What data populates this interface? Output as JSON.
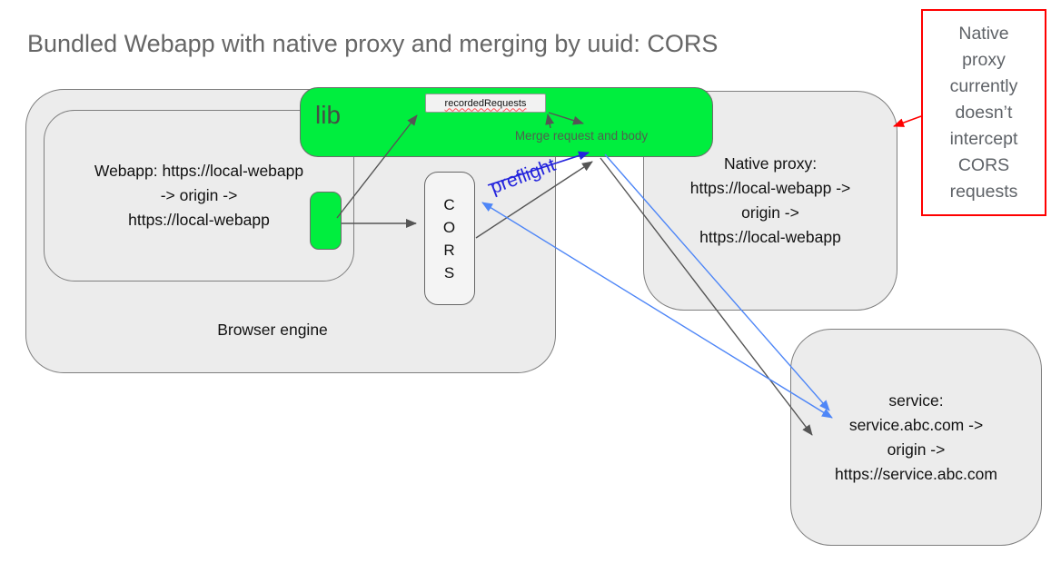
{
  "title": "Bundled Webapp with native proxy and merging by uuid: CORS",
  "browser_engine": {
    "label": "Browser engine"
  },
  "webapp": {
    "lines": [
      "Webapp: https://local-webapp",
      "-> origin ->",
      "https://local-webapp"
    ]
  },
  "lib": {
    "label": "lib",
    "recorded_requests_label": "recordedRequests",
    "merge_label": "Merge request and body"
  },
  "cors": {
    "letters": [
      "C",
      "O",
      "R",
      "S"
    ]
  },
  "native_proxy": {
    "lines": [
      "Native proxy:",
      "https://local-webapp ->",
      "origin ->",
      "https://local-webapp"
    ]
  },
  "service": {
    "lines": [
      "service:",
      "service.abc.com ->",
      "origin ->",
      "https://service.abc.com"
    ]
  },
  "note": {
    "text": "Native proxy currently doesn’t intercept CORS requests"
  },
  "labels": {
    "preflight": "preflight"
  },
  "colors": {
    "green_fill": "#00ee3e",
    "gray_box_fill": "#ececec",
    "arrow_gray": "#555555",
    "arrow_blue": "#4e86f7",
    "preflight_blue": "#2424dd",
    "note_red": "#ff0000"
  }
}
